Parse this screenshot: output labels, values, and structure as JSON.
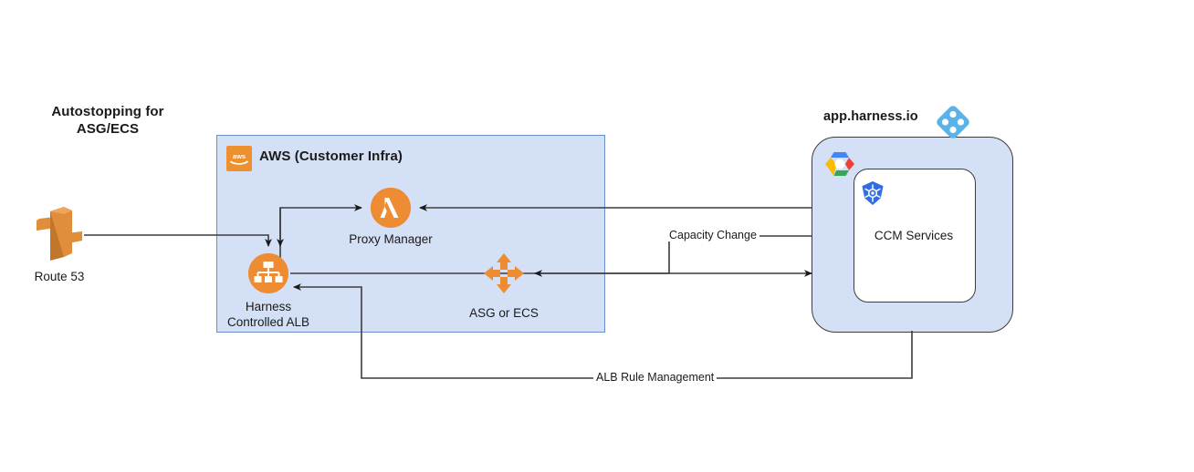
{
  "diagram": {
    "type": "architecture-diagram",
    "section_title": "Autostopping for\nASG/ECS",
    "background": "#ffffff"
  },
  "colors": {
    "aws_container_fill": "#d4e0f5",
    "aws_container_border": "#6b8fc9",
    "aws_orange": "#ec912d",
    "node_orange": "#ed8c33",
    "harness_blue": "#5ab3e8",
    "harness_fill": "#d4e0f5",
    "harness_border": "#3c3c3c",
    "k8s_blue": "#326ce5",
    "line": "#3c3c3c",
    "text": "#1a1a1a"
  },
  "aws_group": {
    "title": "AWS (Customer Infra)",
    "logo_name": "aws-logo",
    "logo_text": "aws"
  },
  "harness_group": {
    "title": "app.harness.io",
    "logo_name": "harness-logo",
    "cloud_logo_name": "gcp-logo",
    "inner_logo_name": "kubernetes-logo",
    "inner_label": "CCM Services"
  },
  "nodes": [
    {
      "id": "route53",
      "label": "Route 53",
      "icon": "route53-icon",
      "group": "external"
    },
    {
      "id": "proxy",
      "label": "Proxy Manager",
      "icon": "lambda-icon",
      "group": "aws"
    },
    {
      "id": "alb",
      "label": "Harness\nControlled ALB",
      "icon": "alb-icon",
      "group": "aws"
    },
    {
      "id": "asg",
      "label": "ASG or ECS",
      "icon": "asg-icon",
      "group": "aws"
    }
  ],
  "edges": [
    {
      "from": "route53",
      "to": "alb",
      "label": ""
    },
    {
      "from": "alb",
      "to": "proxy",
      "label": ""
    },
    {
      "from": "proxy",
      "to": "alb",
      "label": ""
    },
    {
      "from": "harness",
      "to": "proxy",
      "label": ""
    },
    {
      "from": "alb",
      "to": "harness",
      "label": ""
    },
    {
      "from": "harness",
      "to": "asg",
      "label": "Capacity Change"
    },
    {
      "from": "harness",
      "to": "alb",
      "label": "ALB Rule Management"
    }
  ],
  "edge_labels": {
    "capacity_change": "Capacity Change",
    "alb_rule_management": "ALB Rule Management"
  }
}
